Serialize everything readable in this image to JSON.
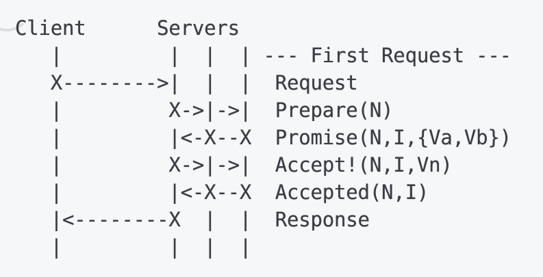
{
  "colors": {
    "background": "#f6f7f9",
    "text": "#3a3e44"
  },
  "diagram": {
    "actors": [
      "Client",
      "Servers"
    ],
    "phase_label": "--- First Request ---",
    "messages": [
      {
        "wire": "X-------->|  |  |",
        "label": "Request"
      },
      {
        "wire": "X->|->|",
        "label": "Prepare(N)"
      },
      {
        "wire": "|<-X--X",
        "label": "Promise(N,I,{Va,Vb})"
      },
      {
        "wire": "X->|->|",
        "label": "Accept!(N,I,Vn)"
      },
      {
        "wire": "|<-X--X",
        "label": "Accepted(N,I)"
      },
      {
        "wire": "|<--------X  |  |",
        "label": "Response"
      }
    ],
    "lines": [
      "Client      Servers",
      "   |         |  |  | --- First Request ---",
      "   X-------->|  |  |  Request",
      "   |         X->|->|  Prepare(N)",
      "   |         |<-X--X  Promise(N,I,{Va,Vb})",
      "   |         X->|->|  Accept!(N,I,Vn)",
      "   |         |<-X--X  Accepted(N,I)",
      "   |<--------X  |  |  Response",
      "   |         |  |  |"
    ]
  }
}
